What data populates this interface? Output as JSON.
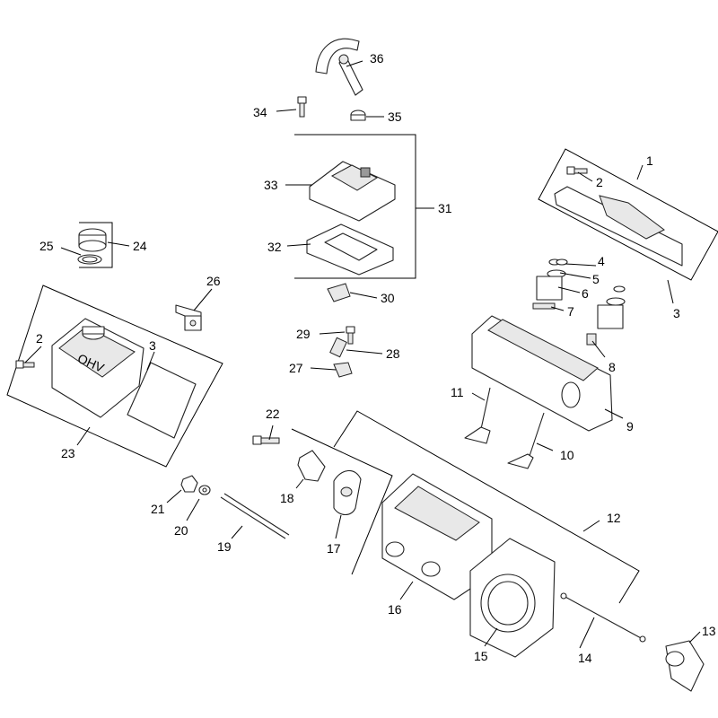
{
  "labels": [
    "1",
    "2",
    "3",
    "4",
    "5",
    "6",
    "7",
    "8",
    "9",
    "10",
    "11",
    "12",
    "13",
    "14",
    "15",
    "16",
    "17",
    "18",
    "19",
    "20",
    "21",
    "22",
    "23",
    "24",
    "25",
    "26",
    "27",
    "28",
    "29",
    "30",
    "31",
    "32",
    "33",
    "34",
    "35",
    "36",
    "2",
    "3"
  ],
  "cover_emblem": "OHV"
}
